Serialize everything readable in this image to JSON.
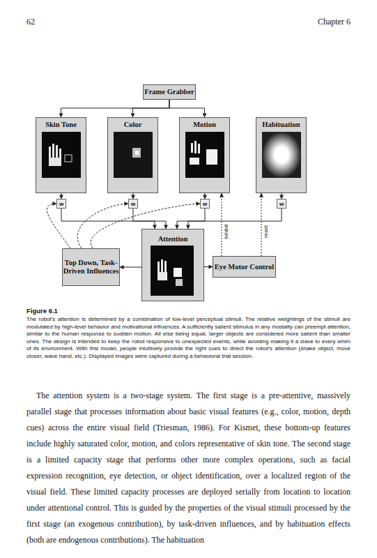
{
  "diagram": {
    "caption": "The robot's attention is determined by a combination of low-level perceptual stimuli. The relative weightings of the stimuli are modulated by high-level behavior and motivational influences. A sufficiently salient stimulus in any modality can preempt attention, similar to the human response to sudden motion. All else being equal, larger objects are considered more salient than smaller ones. The design is intended to keep the robot responsive to unexpected events, while avoiding making it a slave to every whim of its environment. With this model, people intuitively provide the right cues to direct the robot's attention (shake object, move closer, wave hand, etc.). Displayed images were captured during a behavioral trial session.",
    "nodes": [
      {
        "text": [
          "Frame Grabber"
        ]
      },
      {
        "text": [
          "Skin Tone"
        ]
      },
      {
        "text": [
          "Color"
        ]
      },
      {
        "text": [
          "Motion"
        ]
      },
      {
        "text": [
          "Habituation"
        ]
      },
      {
        "text": [
          "w"
        ]
      },
      {
        "text": [
          "w"
        ]
      },
      {
        "text": [
          "w"
        ]
      },
      {
        "text": [
          "w"
        ]
      },
      {
        "text": [
          "Attention"
        ]
      },
      {
        "text": [
          "Top Down, Task-Driven Influences"
        ]
      },
      {
        "text": [
          "Eye Motor Control"
        ]
      }
    ],
    "edges": [
      {
        "from": 0,
        "to": 1,
        "arrow": "to"
      },
      {
        "from": 0,
        "to": 2,
        "arrow": "to"
      },
      {
        "from": 0,
        "to": 3,
        "arrow": "to"
      },
      {
        "from": 1,
        "to": 5,
        "arrow": "to"
      },
      {
        "from": 2,
        "to": 6,
        "arrow": "to"
      },
      {
        "from": 3,
        "to": 7,
        "arrow": "to"
      },
      {
        "from": 4,
        "to": 8,
        "arrow": "to"
      },
      {
        "from": 5,
        "to": 9,
        "arrow": "to"
      },
      {
        "from": 6,
        "to": 9,
        "arrow": "to"
      },
      {
        "from": 7,
        "to": 9,
        "arrow": "to"
      },
      {
        "from": 8,
        "to": 9,
        "arrow": "to"
      },
      {
        "from": 10,
        "to": 5,
        "arrow": "to"
      },
      {
        "from": 10,
        "to": 6,
        "arrow": "to"
      },
      {
        "from": 10,
        "to": 7,
        "arrow": "to"
      },
      {
        "from": 9,
        "to": 10,
        "arrow": "to"
      },
      {
        "from": 9,
        "to": 11,
        "arrow": "to"
      },
      {
        "from": 11,
        "to": 3,
        "label": "inhibit",
        "arrow": "to"
      },
      {
        "from": 11,
        "to": 4,
        "label": "reset",
        "arrow": "to"
      }
    ],
    "labels": [
      "62",
      "Chapter 6",
      "Figure 6.1",
      "The attention system is a two-stage system. The first stage is a pre-attentive, massively parallel stage that processes information about basic visual features (e.g., color, motion, depth cues) across the entire visual field (Triesman, 1986). For Kismet, these bottom-up features include highly saturated color, motion, and colors representative of skin tone. The second stage is a limited capacity stage that performs other more complex operations, such as facial expression recognition, eye detection, or object identification, over a localized region of the visual field. These limited capacity processes are deployed serially from location to location under attentional control. This is guided by the properties of the visual stimuli processed by the first stage (an exogenous contribution), by task-driven influences, and by habituation effects (both are endogenous contributions). The habituation"
    ]
  }
}
